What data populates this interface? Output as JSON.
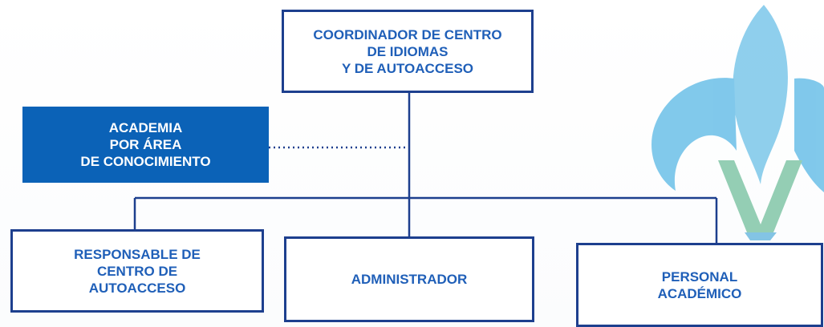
{
  "colors": {
    "border": "#1d3f8e",
    "text": "#1f5fb8",
    "academy_fill": "#0b62b7",
    "academy_text": "#ffffff",
    "watermark_blue": "#5cb8e4",
    "watermark_green": "#7fc3a6"
  },
  "watermark": {
    "icon": "fleur-de-lis-logo-icon"
  },
  "boxes": {
    "top": "COORDINADOR DE CENTRO\nDE IDIOMAS\nY DE AUTOACCESO",
    "academy": "ACADEMIA\nPOR ÁREA\nDE CONOCIMIENTO",
    "responsable": "RESPONSABLE DE\nCENTRO DE\nAUTOACCESO",
    "admin": "ADMINISTRADOR",
    "personal": "PERSONAL\nACADÉMICO"
  }
}
